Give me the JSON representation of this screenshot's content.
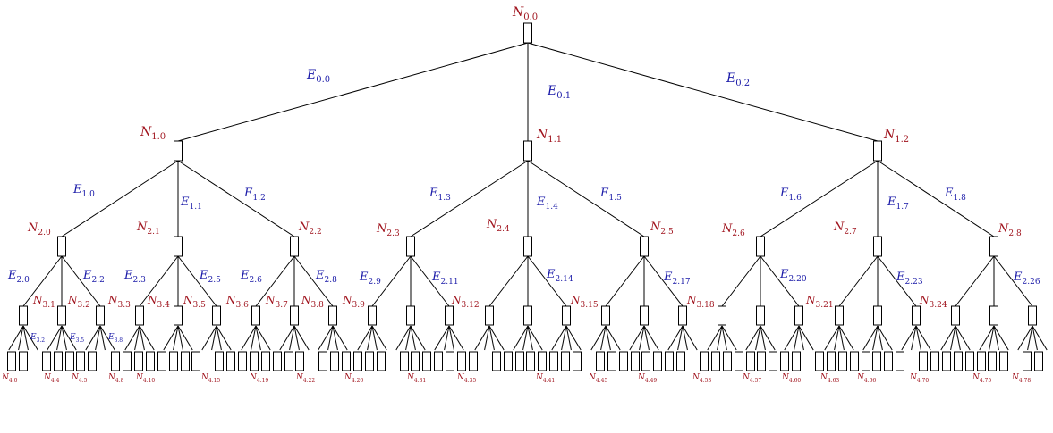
{
  "colors": {
    "node_label": "#a0141e",
    "edge_label": "#1a1aa8",
    "lines": "#000000"
  },
  "root": {
    "label": "N",
    "sub": "0.0"
  },
  "level1": [
    {
      "edge": "0.0",
      "label": "1.0"
    },
    {
      "edge": "0.1",
      "label": "1.1"
    },
    {
      "edge": "0.2",
      "label": "1.2"
    }
  ],
  "level2": [
    {
      "edge": "1.0",
      "label": "2.0"
    },
    {
      "edge": "1.1",
      "label": "2.1"
    },
    {
      "edge": "1.2",
      "label": "2.2"
    },
    {
      "edge": "1.3",
      "label": "2.3"
    },
    {
      "edge": "1.4",
      "label": "2.4"
    },
    {
      "edge": "1.5",
      "label": "2.5"
    },
    {
      "edge": "1.6",
      "label": "2.6"
    },
    {
      "edge": "1.7",
      "label": "2.7"
    },
    {
      "edge": "1.8",
      "label": "2.8"
    }
  ],
  "level3_labels": [
    "3.1",
    "3.2",
    "3.3",
    "3.4",
    "3.5",
    "3.6",
    "3.7",
    "3.8",
    "3.9",
    "3.12",
    "3.15",
    "3.18",
    "3.21",
    "3.24"
  ],
  "level2_edges": [
    "2.0",
    "2.2",
    "2.3",
    "2.5",
    "2.6",
    "2.8",
    "2.9",
    "2.11",
    "2.14",
    "2.17",
    "2.20",
    "2.23",
    "2.26"
  ],
  "level3_edges": [
    "3.2",
    "3.5",
    "3.8"
  ],
  "level4_labels": [
    "4.0",
    "4.4",
    "4.5",
    "4.8",
    "4.10",
    "4.15",
    "4.19",
    "4.22",
    "4.26",
    "4.31",
    "4.35",
    "4.41",
    "4.45",
    "4.49",
    "4.53",
    "4.57",
    "4.60",
    "4.63",
    "4.66",
    "4.70",
    "4.75",
    "4.78"
  ]
}
